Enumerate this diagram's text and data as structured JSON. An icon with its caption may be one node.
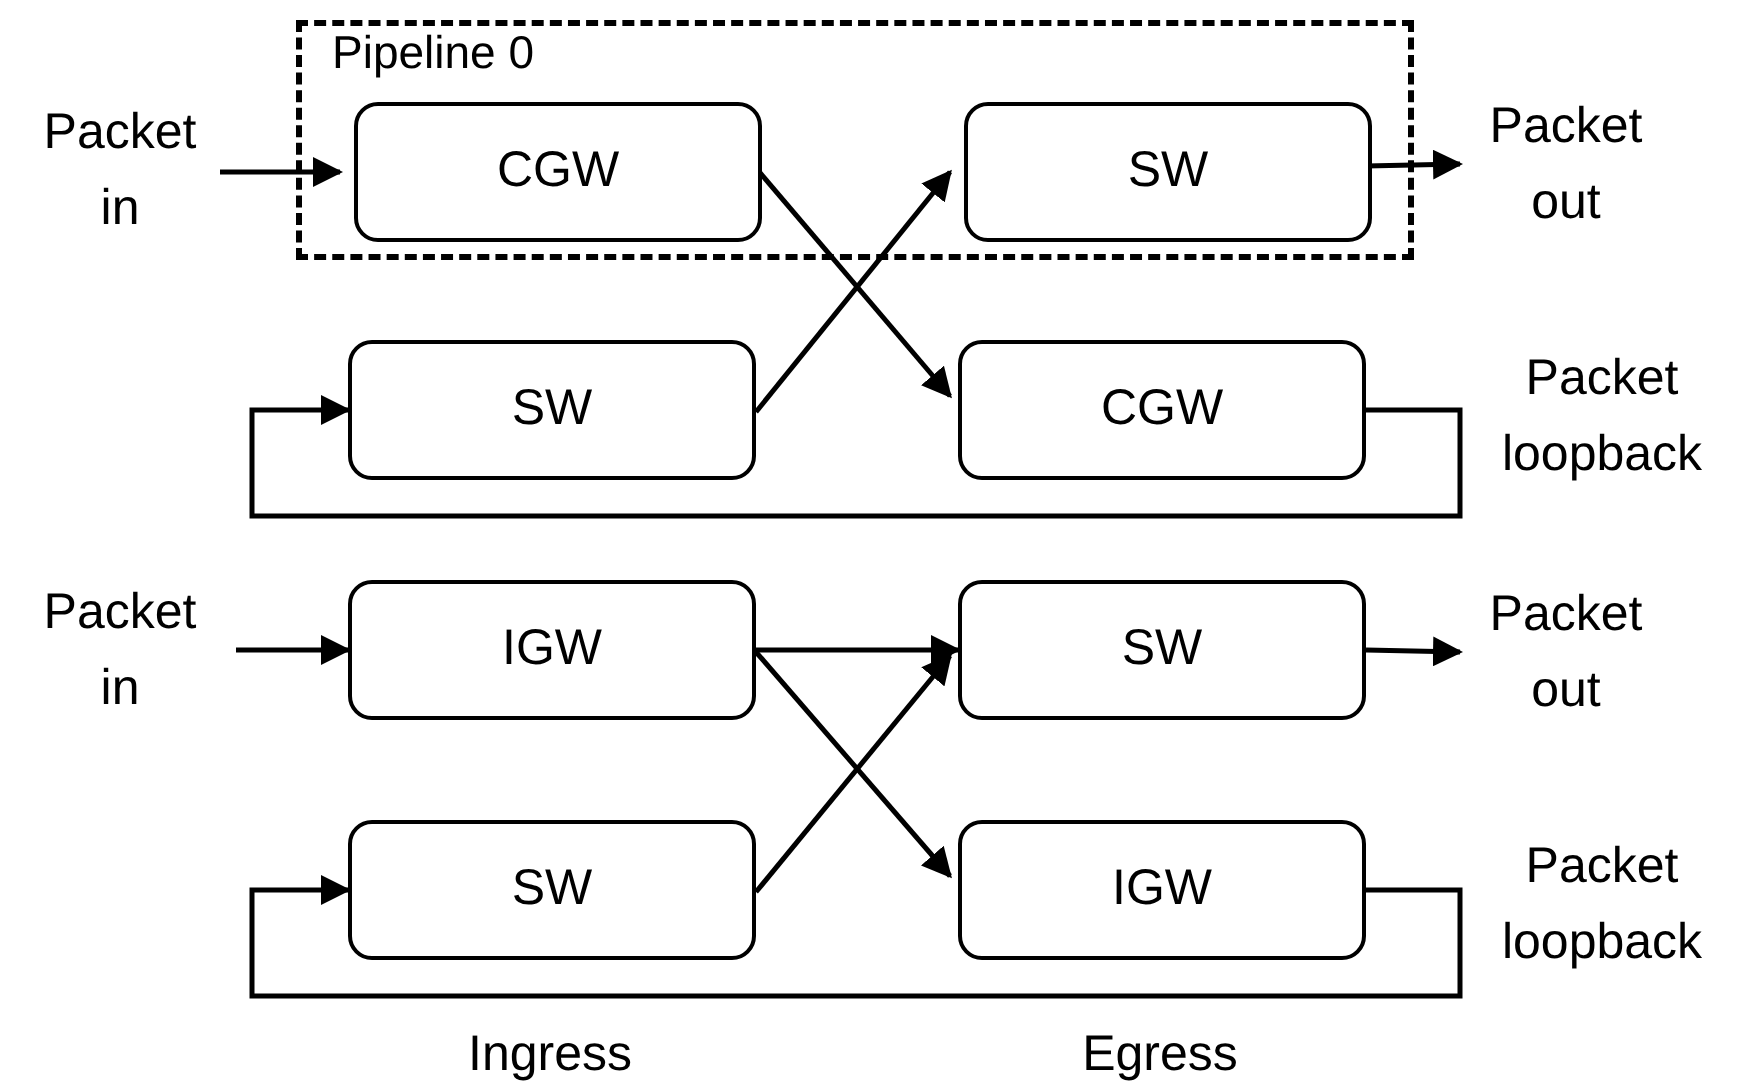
{
  "diagram": {
    "nodes": [
      {
        "text": [
          "Pipeline 0"
        ]
      },
      {
        "text": [
          "Packet in"
        ]
      },
      {
        "text": [
          "CGW"
        ],
        "in": 0
      },
      {
        "text": [
          "SW"
        ],
        "in": 0
      },
      {
        "text": [
          "Packet out"
        ]
      },
      {
        "text": [
          "SW"
        ]
      },
      {
        "text": [
          "CGW"
        ]
      },
      {
        "text": [
          "Packet in"
        ]
      },
      {
        "text": [
          "IGW"
        ]
      },
      {
        "text": [
          "SW"
        ]
      },
      {
        "text": [
          "Packet out"
        ]
      },
      {
        "text": [
          "SW"
        ]
      },
      {
        "text": [
          "IGW"
        ]
      }
    ],
    "edges": [
      {
        "from": 1,
        "to": 2,
        "arrow": "to"
      },
      {
        "from": 2,
        "to": 6,
        "arrow": "to"
      },
      {
        "from": 5,
        "to": 3,
        "arrow": "to"
      },
      {
        "from": 3,
        "to": 4,
        "arrow": "to"
      },
      {
        "from": 6,
        "to": 5,
        "arrow": "to"
      },
      {
        "from": 7,
        "to": 8,
        "arrow": "to"
      },
      {
        "from": 8,
        "to": 9,
        "arrow": "to"
      },
      {
        "from": 8,
        "to": 12,
        "arrow": "to"
      },
      {
        "from": 11,
        "to": 9,
        "arrow": "to"
      },
      {
        "from": 9,
        "to": 10,
        "arrow": "to"
      },
      {
        "from": 12,
        "to": 11,
        "arrow": "to"
      }
    ],
    "labels": [
      "Packet loopback",
      "Packet loopback",
      "Ingress",
      "Egress"
    ]
  }
}
